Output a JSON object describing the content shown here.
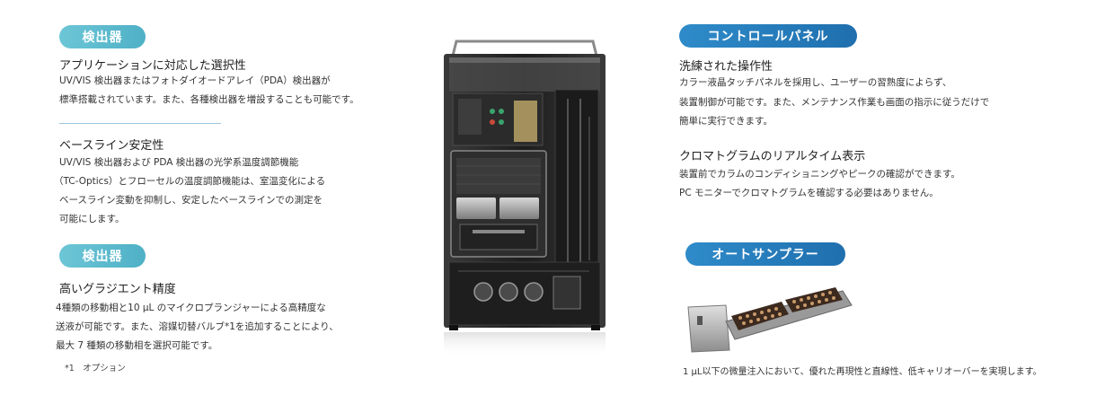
{
  "left": {
    "badge1": "検出器",
    "sec1": {
      "heading": "アプリケーションに対応した選択性",
      "lines": [
        "UV/VIS 検出器またはフォトダイオードアレイ（PDA）検出器が",
        "標準搭載されています。また、各種検出器を増設することも可能です。"
      ]
    },
    "sec2": {
      "heading": "ベースライン安定性",
      "lines": [
        "UV/VIS 検出器および PDA 検出器の光学系温度調節機能",
        "（TC-Optics）とフローセルの温度調節機能は、室温変化による",
        "ベースライン変動を抑制し、安定したベースラインでの測定を",
        "可能にします。"
      ]
    },
    "badge2": "検出器",
    "sec3": {
      "heading": "高いグラジエント精度",
      "lines": [
        "4種類の移動相と10 µL のマイクロプランジャーによる高精度な",
        "送液が可能です。また、溶媒切替バルブ*1を追加することにより、",
        "最大 7 種類の移動相を選択可能です。"
      ],
      "note": "*1　オプション"
    }
  },
  "right": {
    "badge1": "コントロールパネル",
    "sec1": {
      "heading": "洗練された操作性",
      "lines": [
        "カラー液晶タッチパネルを採用し、ユーザーの習熟度によらず、",
        "装置制御が可能です。また、メンテナンス作業も画面の指示に従うだけで",
        "簡単に実行できます。"
      ]
    },
    "sec2": {
      "heading": "クロマトグラムのリアルタイム表示",
      "lines": [
        "装置前でカラムのコンディショニングやピークの確認ができます。",
        "PC モニターでクロマトグラムを確認する必要はありません。"
      ]
    },
    "badge2": "オートサンプラー",
    "caption": "1 µL以下の微量注入において、優れた再現性と直線性、低キャリオーバーを実現します。"
  },
  "colors": {
    "teal_badge": "#5bb9cc",
    "blue_badge": "#2a7fbf",
    "divider": "#9cc9e0"
  }
}
